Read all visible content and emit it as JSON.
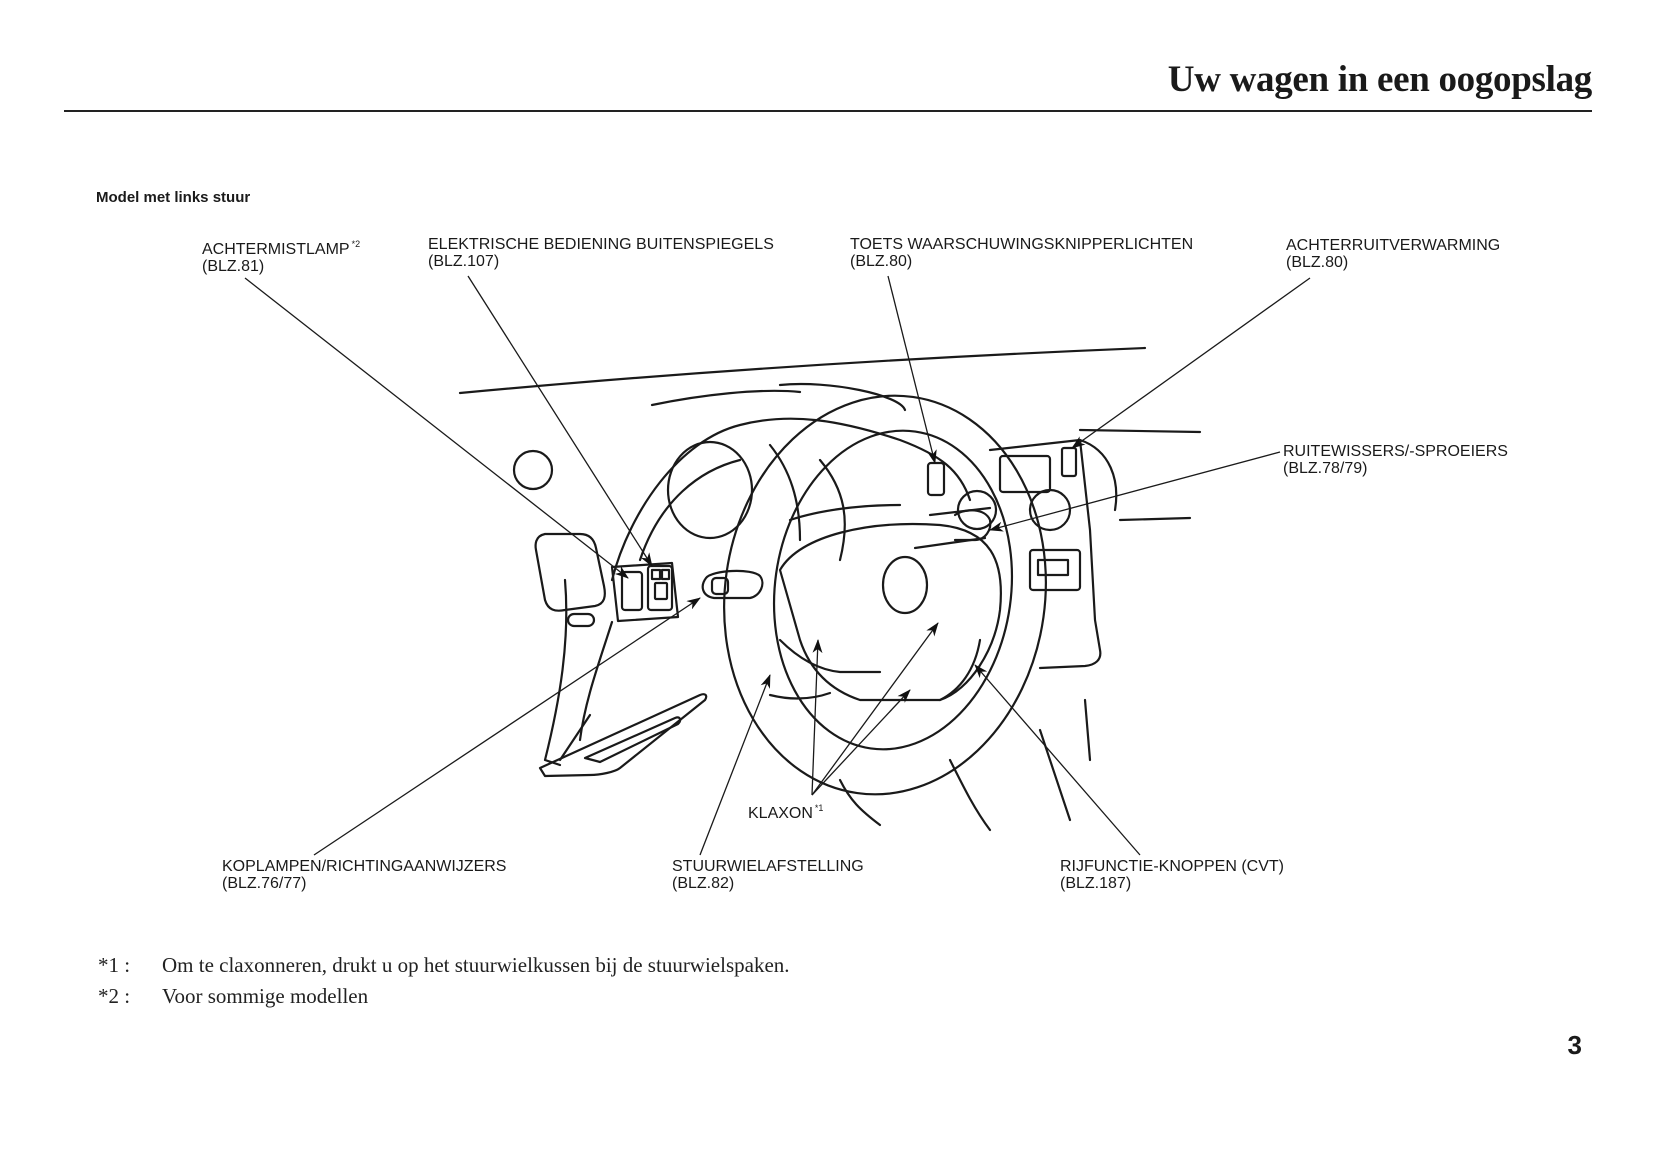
{
  "header": {
    "title": "Uw wagen in een oogopslag"
  },
  "section": {
    "subtitle": "Model met links stuur"
  },
  "callouts": {
    "achtermistlamp": {
      "name": "ACHTERMISTLAMP",
      "footnote_ref": "*2",
      "page": "(BLZ.81)"
    },
    "buitenspiegels": {
      "name": "ELEKTRISCHE BEDIENING BUITENSPIEGELS",
      "page": "(BLZ.107)"
    },
    "waarschuwingsknipperlichten": {
      "name": "TOETS WAARSCHUWINGSKNIPPERLICHTEN",
      "page": "(BLZ.80)"
    },
    "achterruitverwarming": {
      "name": "ACHTERRUITVERWARMING",
      "page": "(BLZ.80)"
    },
    "ruitewissers": {
      "name": "RUITEWISSERS/-SPROEIERS",
      "page": "(BLZ.78/79)"
    },
    "klaxon": {
      "name": "KLAXON",
      "footnote_ref": "*1"
    },
    "koplampen": {
      "name": "KOPLAMPEN/RICHTINGAANWIJZERS",
      "page": "(BLZ.76/77)"
    },
    "stuurwielafstelling": {
      "name": "STUURWIELAFSTELLING",
      "page": "(BLZ.82)"
    },
    "rijfunctie": {
      "name": "RIJFUNCTIE-KNOPPEN (CVT)",
      "page": "(BLZ.187)"
    }
  },
  "footnotes": [
    {
      "mark": "*1 :",
      "text": "Om te claxonneren, drukt u op het stuurwielkussen bij de stuurwielspaken."
    },
    {
      "mark": "*2 :",
      "text": "Voor sommige modellen"
    }
  ],
  "page_number": "3"
}
